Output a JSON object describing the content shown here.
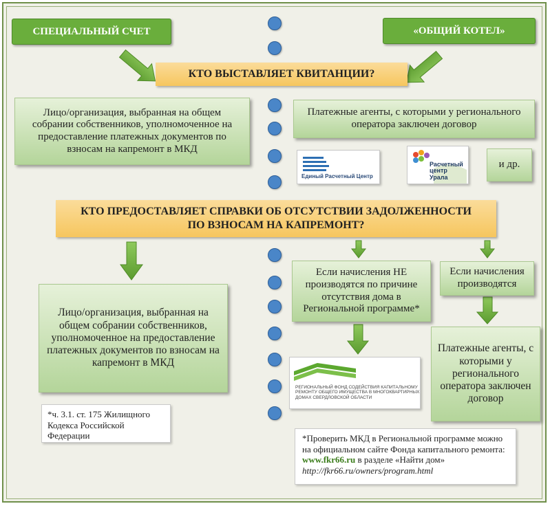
{
  "top": {
    "left_label": "СПЕЦИАЛЬНЫЙ СЧЕТ",
    "right_label": "«ОБЩИЙ КОТЕЛ»"
  },
  "question1": "КТО ВЫСТАВЛЯЕТ КВИТАНЦИИ?",
  "left1": "Лицо/организация, выбранная на общем собрании собственников, уполномоченное на предоставление платежных документов по взносам на капремонт в МКД",
  "right1": "Платежные агенты, с которыми у регионального оператора заключен договор",
  "logos": {
    "erc": "Единый Расчетный Центр",
    "rcu_line1": "Расчетный",
    "rcu_line2": "центр",
    "rcu_line3": "Урала",
    "etc": "и др.",
    "fund_line1": "РЕГИОНАЛЬНЫЙ ФОНД СОДЕЙСТВИЯ КАПИТАЛЬНОМУ",
    "fund_line2": "РЕМОНТУ ОБЩЕГО ИМУЩЕСТВА В МНОГОКВАРТИРНЫХ",
    "fund_line3": "ДОМАХ СВЕРДЛОВСКОЙ ОБЛАСТИ"
  },
  "question2_line1": "КТО ПРЕДОСТАВЛЯЕТ СПРАВКИ ОБ ОТСУТСТВИИ ЗАДОЛЖЕННОСТИ",
  "question2_line2": "ПО ВЗНОСАМ НА КАПРЕМОНТ?",
  "left2": "Лицо/организация, выбранная на общем собрании собственников, уполномоченное на предоставление платежных документов по взносам на капремонт в МКД",
  "mid2": "Если начисления НЕ производятся по причине отсутствия дома в Региональной программе*",
  "right2": "Если начисления производятся",
  "right3": "Платежные агенты, с которыми у регионального оператора заключен договор",
  "footnote_left": "*ч. 3.1. ст. 175 Жилищного Кодекса Российской Федерации",
  "footnote_right": {
    "text1": "*Проверить МКД в Региональной программе можно на официальном сайте Фонда капитального ремонта: ",
    "link": "www.fkr66.ru",
    "text2": " в разделе «Найти дом» ",
    "url": "http://fkr66.ru/owners/program.html"
  },
  "colors": {
    "green": "#6aae3c",
    "orange": "#f6c65e",
    "dot": "#4a86c8"
  }
}
